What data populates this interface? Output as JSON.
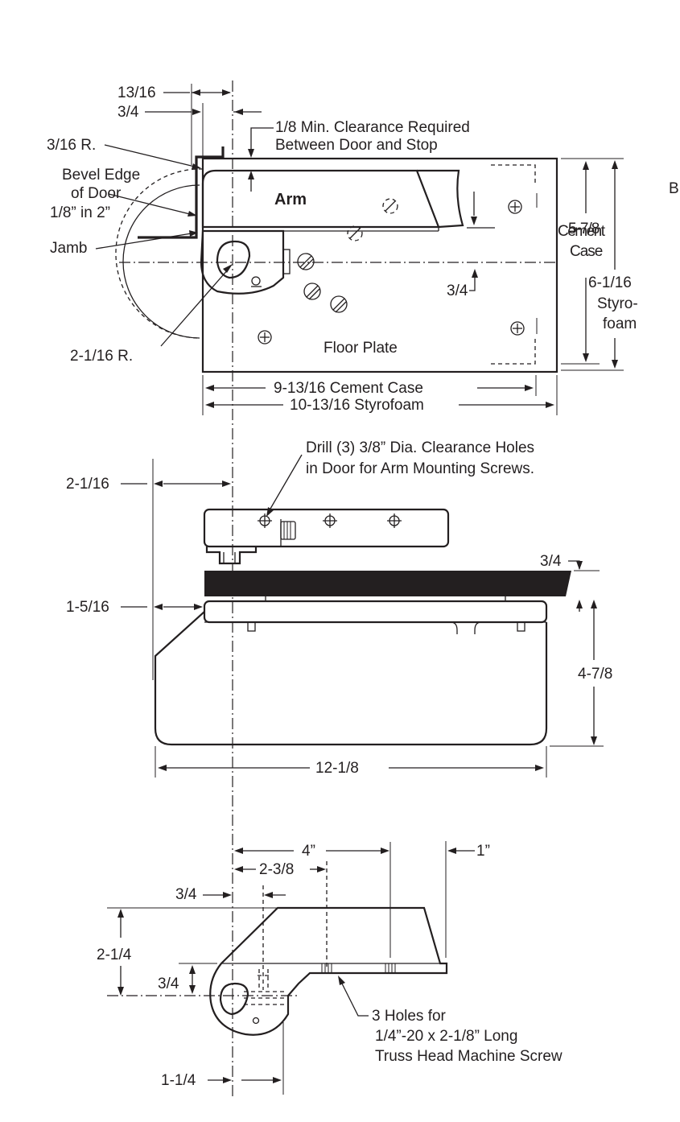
{
  "plan_view": {
    "dim_13_16": "13/16",
    "dim_3_4_top": "3/4",
    "clearance_line1": "1/8 Min. Clearance Required",
    "clearance_line2": "Between Door and Stop",
    "radius_3_16": "3/16 R.",
    "bevel_line1": "Bevel Edge",
    "bevel_line2": "of Door",
    "bevel_line3": "1/8” in 2”",
    "jamb": "Jamb",
    "arm": "Arm",
    "floor_plate": "Floor Plate",
    "dim_3_4_mid": "3/4",
    "radius_2_1_16": "2-1/16 R.",
    "cement_case_height_1": "5-7/8",
    "cement_case_height_2": "Cement",
    "cement_case_height_3": "Case",
    "styrofoam_height_1": "6-1/16",
    "styrofoam_height_2": "Styro-",
    "styrofoam_height_3": "foam",
    "cement_case_width": "9-13/16 Cement Case",
    "styrofoam_width": "10-13/16 Styrofoam",
    "edge_letter": "B"
  },
  "elevation_view": {
    "drill_line1": "Drill (3) 3/8” Dia. Clearance Holes",
    "drill_line2": "in Door for Arm Mounting Screws.",
    "dim_2_1_16": "2-1/16",
    "dim_1_5_16": "1-5/16",
    "dim_3_4": "3/4",
    "dim_4_7_8": "4-7/8",
    "dim_12_1_8": "12-1/8"
  },
  "arm_detail": {
    "dim_4": "4”",
    "dim_1": "1”",
    "dim_2_3_8": "2-3/8",
    "dim_3_4_top": "3/4",
    "dim_2_1_4": "2-1/4",
    "dim_3_4_side": "3/4",
    "holes_line1": "3 Holes for",
    "holes_line2": "1/4”-20 x 2-1/8” Long",
    "holes_line3": "Truss Head Machine Screw",
    "dim_1_1_4": "1-1/4"
  }
}
